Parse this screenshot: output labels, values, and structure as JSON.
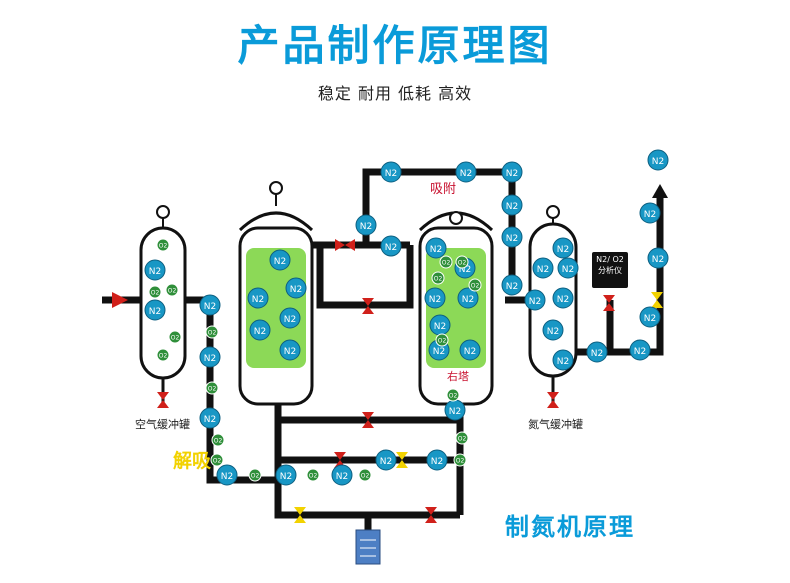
{
  "header": {
    "title": "产品制作原理图",
    "subtitle": "稳定 耐用 低耗 高效"
  },
  "labels": {
    "air_tank": "空气缓冲罐",
    "n2_tank": "氮气缓冲罐",
    "adsorb": "吸附",
    "desorb": "解吸",
    "right_tower": "右塔",
    "analyzer": "N2/ O2 分析仪",
    "footer": "制氮机原理"
  },
  "molecules": {
    "n2": "N2",
    "o2": "O2"
  },
  "colors": {
    "title": "#0a9bd9",
    "pipe": "#111111",
    "n2_fill": "#1897c5",
    "o2_fill": "#2f8f3a",
    "bed_fill": "#8cd957",
    "valve": "#d0201a",
    "valve_open": "#f2d200"
  }
}
